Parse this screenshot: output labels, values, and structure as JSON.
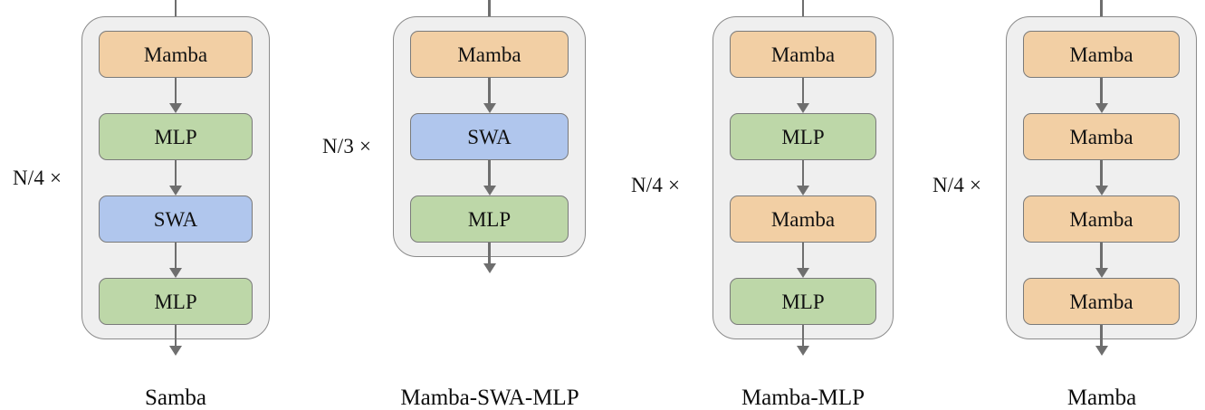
{
  "figure": {
    "type": "architecture-diagram",
    "background": "#ffffff",
    "block_colors": {
      "mamba": "#f2cfa4",
      "mlp": "#bdd7a8",
      "swa": "#b0c6ed",
      "container": "#efefef",
      "outline": "#8a8a8a",
      "arrow": "#6e6e6e"
    }
  },
  "panels": [
    {
      "id": "samba",
      "caption": "Samba",
      "repeat": "N/4 ×",
      "blocks": [
        {
          "label": "Mamba",
          "kind": "mamba"
        },
        {
          "label": "MLP",
          "kind": "mlp"
        },
        {
          "label": "SWA",
          "kind": "swa"
        },
        {
          "label": "MLP",
          "kind": "mlp"
        }
      ]
    },
    {
      "id": "mamba-swa-mlp",
      "caption": "Mamba-SWA-MLP",
      "repeat": "N/3 ×",
      "blocks": [
        {
          "label": "Mamba",
          "kind": "mamba"
        },
        {
          "label": "SWA",
          "kind": "swa"
        },
        {
          "label": "MLP",
          "kind": "mlp"
        }
      ]
    },
    {
      "id": "mamba-mlp",
      "caption": "Mamba-MLP",
      "repeat": "N/4 ×",
      "blocks": [
        {
          "label": "Mamba",
          "kind": "mamba"
        },
        {
          "label": "MLP",
          "kind": "mlp"
        },
        {
          "label": "Mamba",
          "kind": "mamba"
        },
        {
          "label": "MLP",
          "kind": "mlp"
        }
      ]
    },
    {
      "id": "mamba",
      "caption": "Mamba",
      "repeat": "N/4 ×",
      "blocks": [
        {
          "label": "Mamba",
          "kind": "mamba"
        },
        {
          "label": "Mamba",
          "kind": "mamba"
        },
        {
          "label": "Mamba",
          "kind": "mamba"
        },
        {
          "label": "Mamba",
          "kind": "mamba"
        }
      ]
    }
  ]
}
